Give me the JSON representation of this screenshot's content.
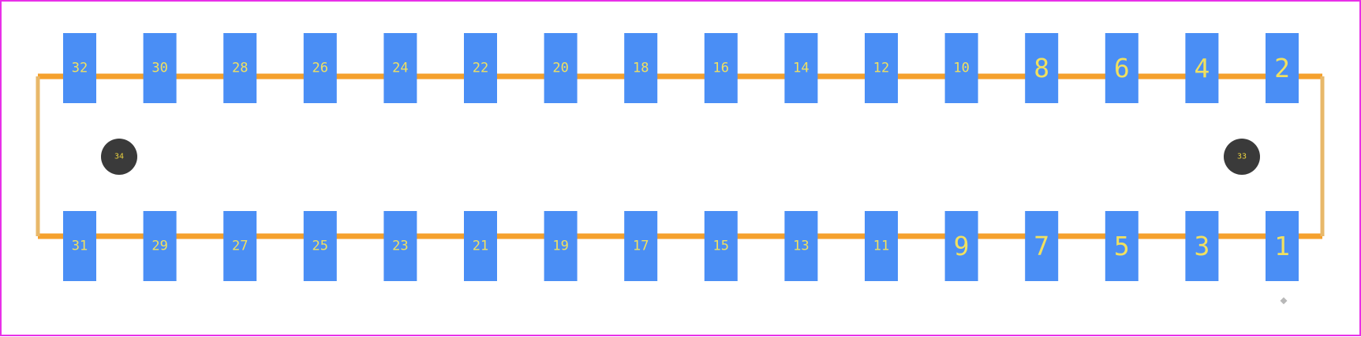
{
  "colors": {
    "background": "#ffffff",
    "board_outline": "#e830e8",
    "silkscreen": "#f5a12d",
    "silkscreen_edge": "#e8b86a",
    "pad": "#4a8ef5",
    "pad_label": "#f0e060",
    "mount_hole": "#3a3a3a",
    "mount_hole_label": "#e8d040",
    "origin_marker": "#b8b8b8"
  },
  "top_row_pads": [
    "32",
    "30",
    "28",
    "26",
    "24",
    "22",
    "20",
    "18",
    "16",
    "14",
    "12",
    "10",
    "8",
    "6",
    "4",
    "2"
  ],
  "bottom_row_pads": [
    "31",
    "29",
    "27",
    "25",
    "23",
    "21",
    "19",
    "17",
    "15",
    "13",
    "11",
    "9",
    "7",
    "5",
    "3",
    "1"
  ],
  "mount_holes": {
    "left": "34",
    "right": "33"
  },
  "origin_marker": "origin-diamond"
}
